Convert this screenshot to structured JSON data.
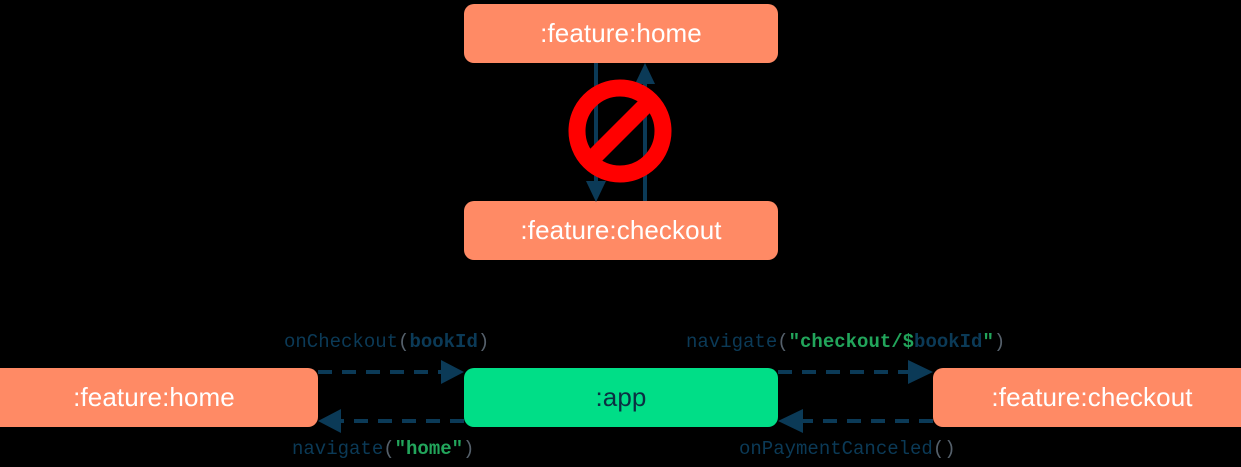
{
  "diagram": {
    "type": "module-dependency-and-navigation-diagram",
    "background_color": "#000000",
    "colors": {
      "feature_module": "#FF8A65",
      "app_module": "#00DE87",
      "module_label": "#FFFFFF",
      "app_label": "#0B2F42",
      "arrow": "#0B3A57",
      "forbidden": "#FF0000",
      "code_function": "#0B3A57",
      "code_identifier": "#0B3A57",
      "code_paren": "#55606B",
      "code_string": "#22A55B"
    },
    "top_cluster": {
      "nodes": [
        {
          "id": "top-home",
          "label": ":feature:home",
          "kind": "feature"
        },
        {
          "id": "top-checkout",
          "label": ":feature:checkout",
          "kind": "feature"
        }
      ],
      "edges": [
        {
          "from": "top-home",
          "to": "top-checkout",
          "style": "solid",
          "direction": "down"
        },
        {
          "from": "top-checkout",
          "to": "top-home",
          "style": "solid",
          "direction": "up"
        }
      ],
      "marker": {
        "name": "no-entry-icon",
        "meaning": "forbidden-dependency"
      }
    },
    "bottom_cluster": {
      "nodes": [
        {
          "id": "bottom-home",
          "label": ":feature:home",
          "kind": "feature"
        },
        {
          "id": "bottom-app",
          "label": ":app",
          "kind": "app"
        },
        {
          "id": "bottom-checkout",
          "label": ":feature:checkout",
          "kind": "feature"
        }
      ],
      "edges": [
        {
          "id": "home-to-app",
          "from": "bottom-home",
          "to": "bottom-app",
          "style": "dashed",
          "direction": "right",
          "label": {
            "fn": "onCheckout",
            "open": "(",
            "ident": "bookId",
            "close": ")"
          }
        },
        {
          "id": "app-to-checkout",
          "from": "bottom-app",
          "to": "bottom-checkout",
          "style": "dashed",
          "direction": "right",
          "label": {
            "fn": "navigate",
            "open": "(",
            "str_prefix": "\"checkout/$",
            "ident": "bookId",
            "str_suffix": "\"",
            "close": ")"
          }
        },
        {
          "id": "app-to-home",
          "from": "bottom-app",
          "to": "bottom-home",
          "style": "dashed",
          "direction": "left",
          "label": {
            "fn": "navigate",
            "open": "(",
            "str": "\"home\"",
            "close": ")"
          }
        },
        {
          "id": "checkout-to-app",
          "from": "bottom-checkout",
          "to": "bottom-app",
          "style": "dashed",
          "direction": "left",
          "label": {
            "fn": "onPaymentCanceled",
            "open": "(",
            "close": ")"
          }
        }
      ]
    }
  }
}
